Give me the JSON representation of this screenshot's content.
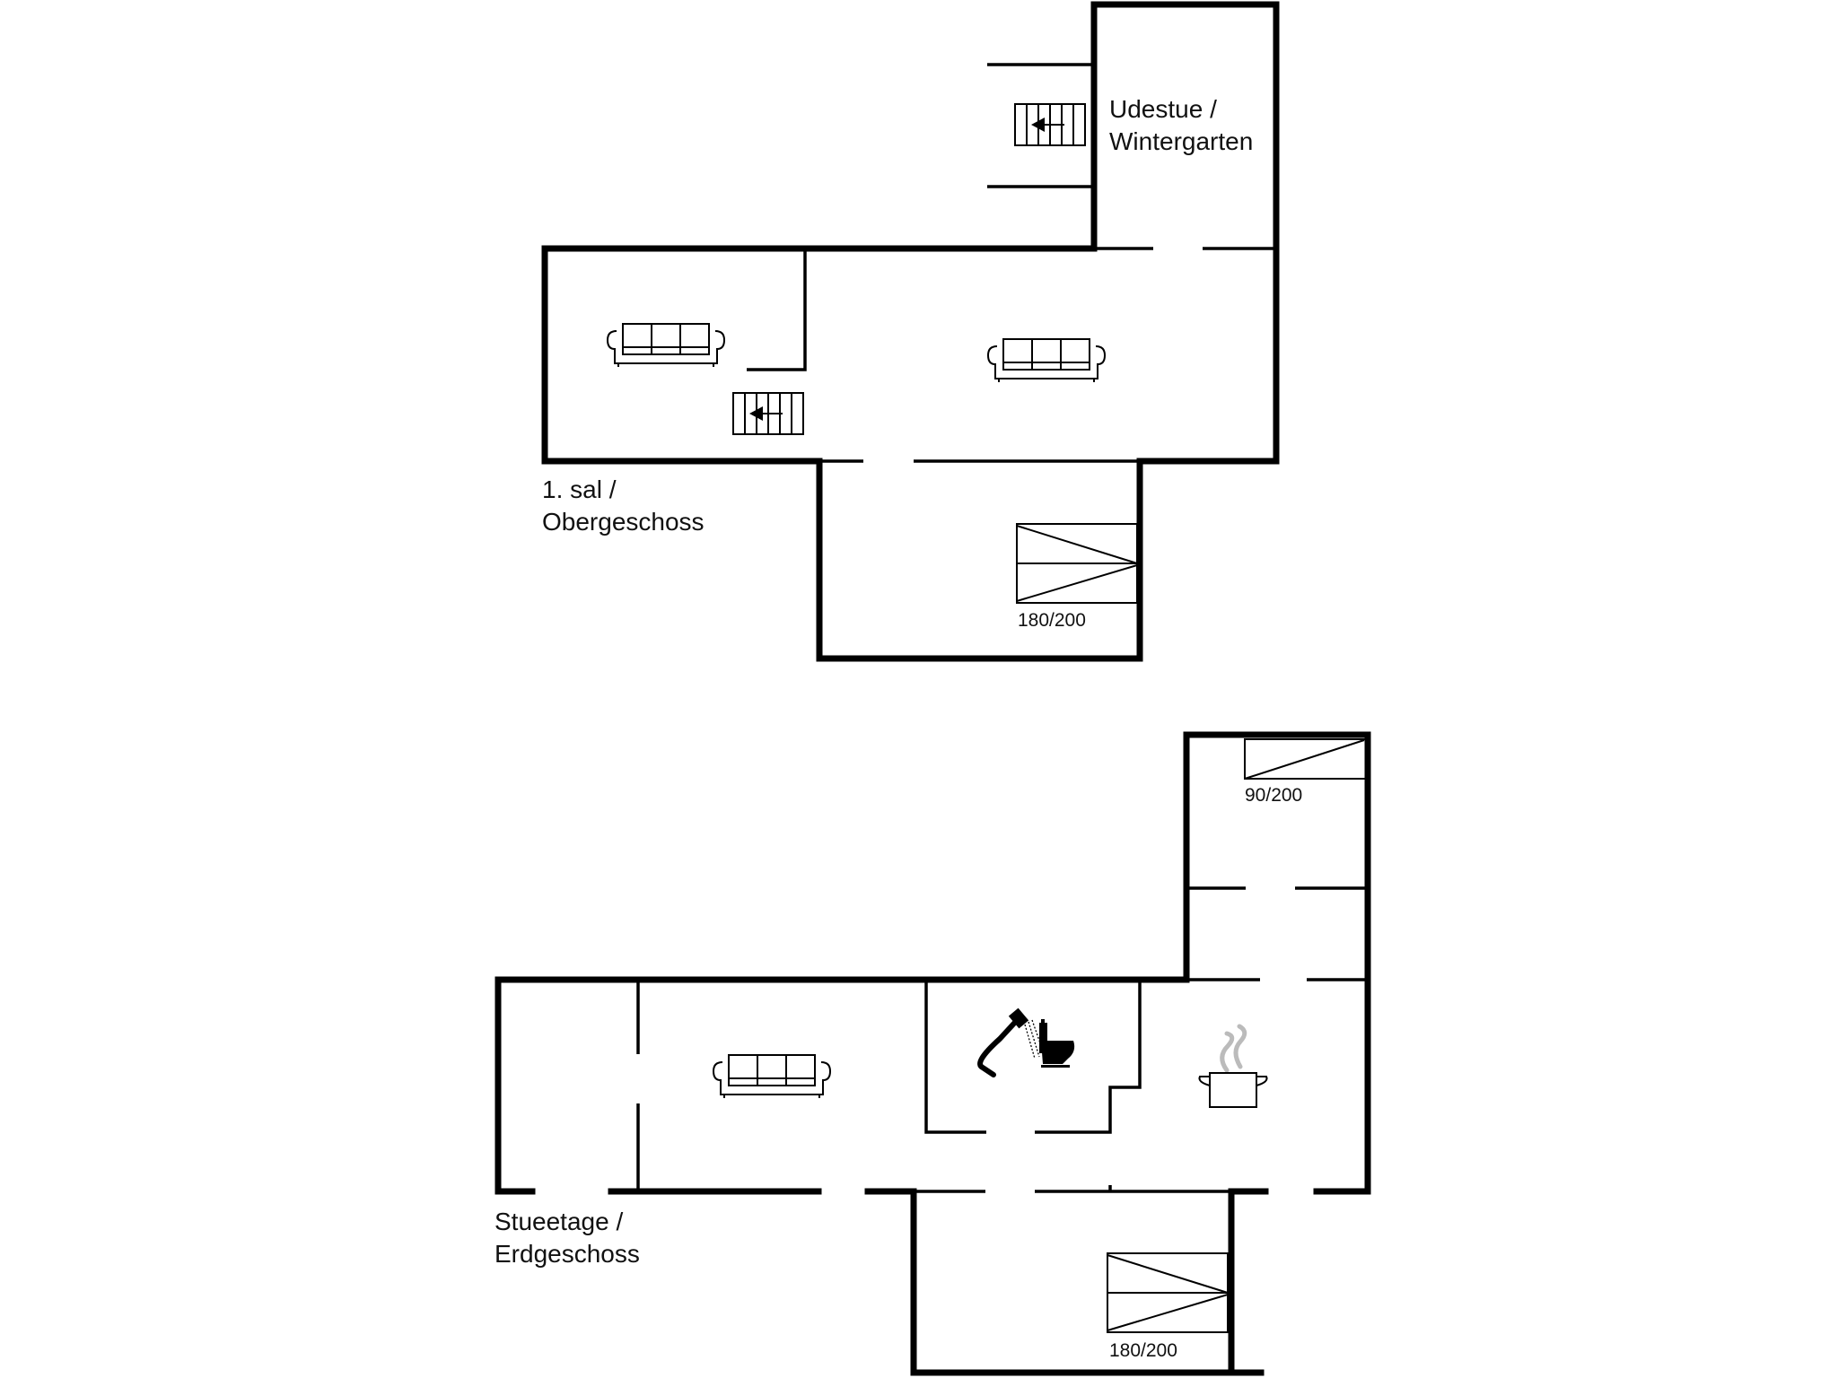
{
  "floors": [
    {
      "id": "upper",
      "label_line1": "1. sal /",
      "label_line2": "Obergeschoss",
      "rooms": [
        {
          "name_line1": "Udestue /",
          "name_line2": "Wintergarten",
          "symbols": [
            "staircase"
          ]
        },
        {
          "name": "living-area-left",
          "symbols": [
            "sofa",
            "staircase"
          ]
        },
        {
          "name": "living-area-right",
          "symbols": [
            "sofa"
          ]
        },
        {
          "name": "bedroom",
          "symbols": [
            "double-bed"
          ],
          "bed_size": "180/200"
        }
      ]
    },
    {
      "id": "ground",
      "label_line1": "Stueetage /",
      "label_line2": "Erdgeschoss",
      "rooms": [
        {
          "name": "bedroom-single",
          "symbols": [
            "single-bed"
          ],
          "bed_size": "90/200"
        },
        {
          "name": "living-room",
          "symbols": [
            "sofa"
          ]
        },
        {
          "name": "bathroom",
          "symbols": [
            "shower",
            "toilet"
          ]
        },
        {
          "name": "kitchen",
          "symbols": [
            "cooking-pot"
          ]
        },
        {
          "name": "bedroom-double",
          "symbols": [
            "double-bed"
          ],
          "bed_size": "180/200"
        }
      ]
    }
  ],
  "colors": {
    "wall": "#000000",
    "background": "#ffffff",
    "steam": "#bbbbbb",
    "text": "#111111"
  }
}
